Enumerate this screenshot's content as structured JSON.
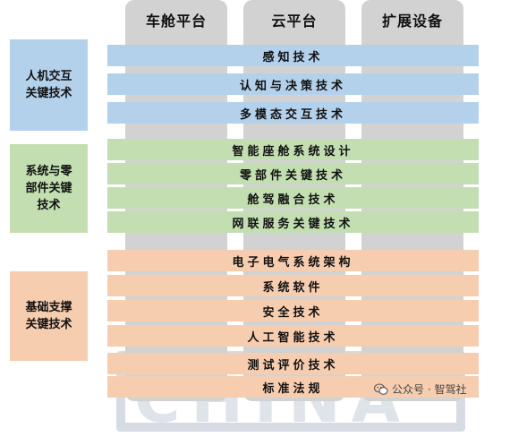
{
  "columns": [
    "车舱平台",
    "云平台",
    "扩展设备"
  ],
  "groups": [
    {
      "label": "人机交互\n关键技术",
      "color": "#b4d1ec",
      "rows": [
        "感知技术",
        "认知与决策技术",
        "多模态交互技术"
      ]
    },
    {
      "label": "系统与零\n部件关键\n技术",
      "color": "#c3dfb2",
      "rows": [
        "智能座舱系统设计",
        "零部件关键技术",
        "舱驾融合技术",
        "网联服务关键技术"
      ]
    },
    {
      "label": "基础支撑\n关键技术",
      "color": "#f7cdb0",
      "rows": [
        "电子电气系统架构",
        "系统软件",
        "安全技术",
        "人工智能技术",
        "测试评价技术",
        "标准法规"
      ]
    }
  ],
  "footer": {
    "credit": "公众号 · 智驾社",
    "icon": "wechat-icon"
  }
}
